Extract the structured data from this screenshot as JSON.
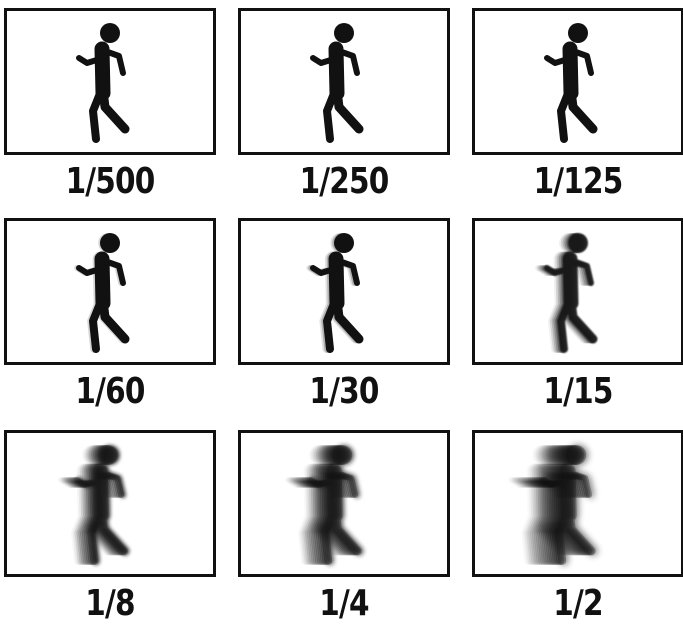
{
  "panels": [
    {
      "shutter_speed": "1/500",
      "motion_blur": 0
    },
    {
      "shutter_speed": "1/250",
      "motion_blur": 0
    },
    {
      "shutter_speed": "1/125",
      "motion_blur": 0
    },
    {
      "shutter_speed": "1/60",
      "motion_blur": 0.5
    },
    {
      "shutter_speed": "1/30",
      "motion_blur": 1
    },
    {
      "shutter_speed": "1/15",
      "motion_blur": 2.5
    },
    {
      "shutter_speed": "1/8",
      "motion_blur": 5
    },
    {
      "shutter_speed": "1/4",
      "motion_blur": 7
    },
    {
      "shutter_speed": "1/2",
      "motion_blur": 10
    }
  ],
  "figure_icon": "running-person-icon",
  "colors": {
    "ink": "#111111",
    "frame_border": "#111111",
    "background": "#ffffff"
  }
}
